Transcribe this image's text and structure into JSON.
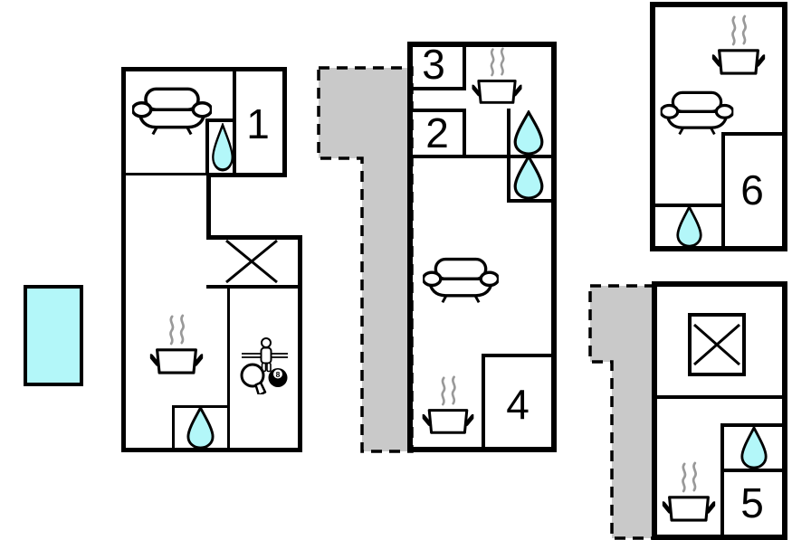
{
  "document": {
    "kind": "holiday-home floor plan, 3 buildings with 6 numbered rooms, pool and two dashed terraces"
  },
  "rooms": {
    "r1": "1",
    "r2": "2",
    "r3": "3",
    "r4": "4",
    "r5": "5",
    "r6": "6"
  },
  "game": {
    "eight_ball_label": "8"
  },
  "colors": {
    "wall": "#000000",
    "water": "#b3f7f9",
    "terrace_fill": "#c9c9c9",
    "terrace_border": "#000000",
    "steam": "#999999",
    "background": "#ffffff"
  },
  "icons": {
    "sofa": "sofa-top-view",
    "water_drop": "bathroom-water-drop",
    "pot_steam": "kitchen-pot-with-steam",
    "crossed_square": "storage-crossed-box",
    "foosball_player": "table-football-player",
    "paddle": "table-tennis-paddle",
    "eight_ball": "billiard-8-ball",
    "pool": "swimming-pool",
    "terrace": "terrace-dashed-area"
  }
}
